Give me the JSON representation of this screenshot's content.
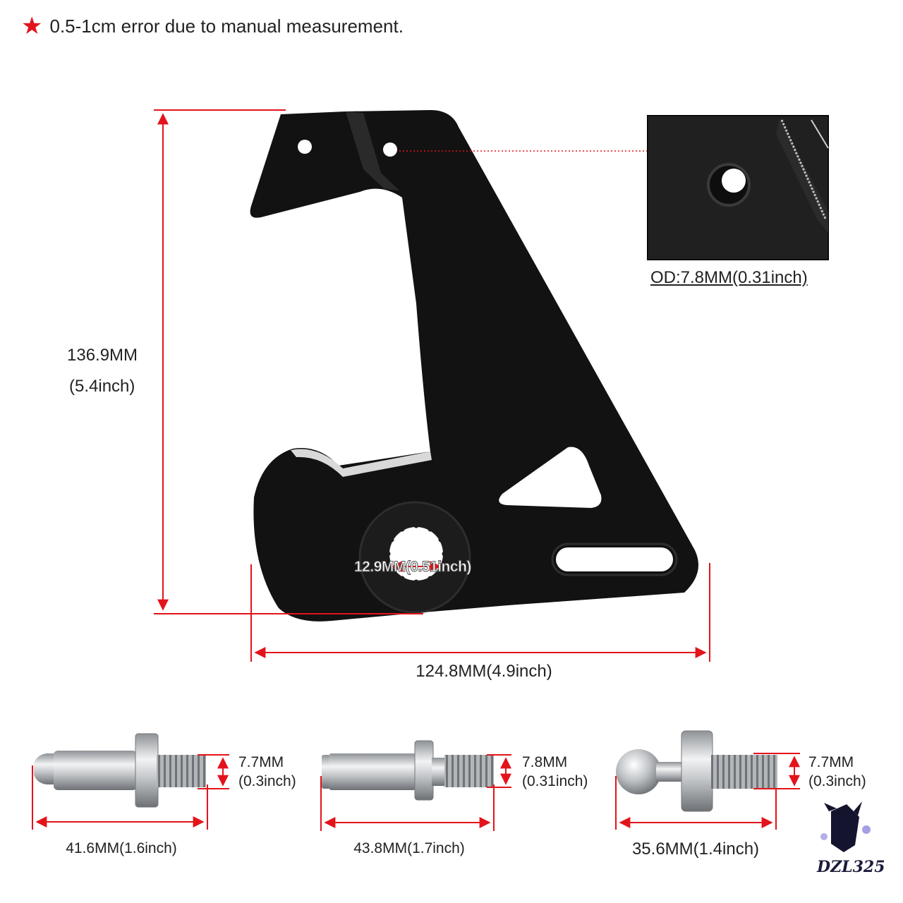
{
  "note": {
    "icon": "star-icon",
    "text": "0.5-1cm error due to manual measurement."
  },
  "bracket": {
    "height_mm": "136.9MM",
    "height_in": "(5.4inch)",
    "width": "124.8MM(4.9inch)",
    "spline": "12.9MM(0.51inch)",
    "hole_detail": "OD:7.8MM(0.31inch)"
  },
  "studs": [
    {
      "length": "41.6MM(1.6inch)",
      "dia_mm": "7.7MM",
      "dia_in": "(0.3inch)"
    },
    {
      "length": "43.8MM(1.7inch)",
      "dia_mm": "7.8MM",
      "dia_in": "(0.31inch)"
    },
    {
      "length": "35.6MM(1.4inch)",
      "dia_mm": "7.7MM",
      "dia_in": "(0.3inch)"
    }
  ],
  "logo": {
    "text": "DZL325"
  },
  "colors": {
    "dimension_line": "#e3131b",
    "part": "#111111",
    "metal": "#b9bcc0"
  }
}
